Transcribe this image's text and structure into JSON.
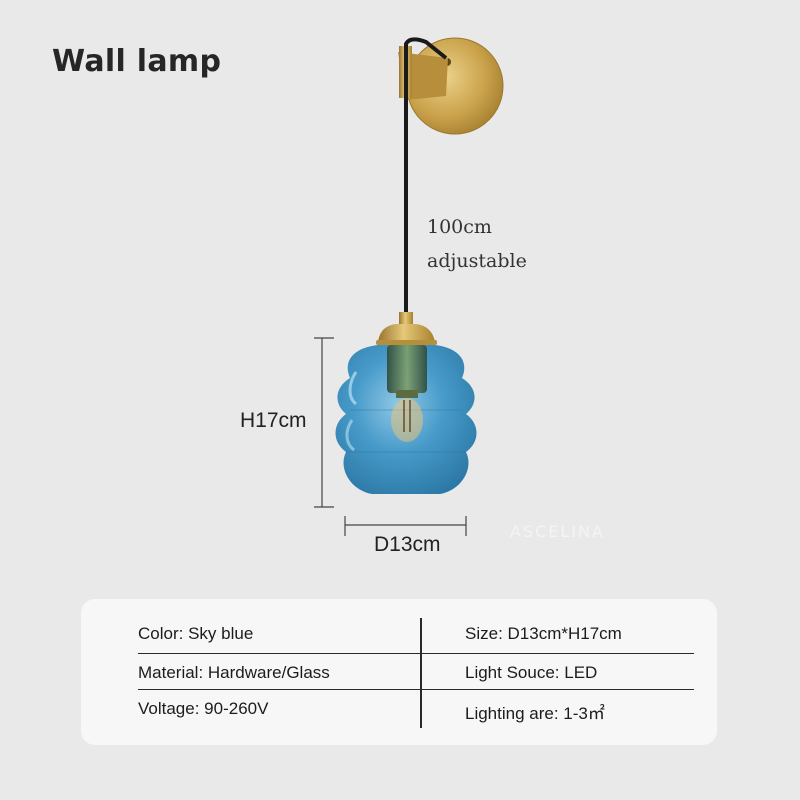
{
  "title": "Wall lamp",
  "cord_length": "100cm",
  "cord_note": "adjustable",
  "height_label": "H17cm",
  "diameter_label": "D13cm",
  "watermark": "ASCELINA",
  "specs": [
    {
      "left": "Color: Sky blue",
      "right": "Size: D13cm*H17cm"
    },
    {
      "left": "Material: Hardware/Glass",
      "right": "Light Souce: LED"
    },
    {
      "left": "Voltage: 90-260V",
      "right": "Lighting are: 1-3㎡"
    }
  ],
  "colors": {
    "background": "#e9e9e9",
    "glass": "#3a8fc0",
    "brass": "#c9a04a"
  }
}
